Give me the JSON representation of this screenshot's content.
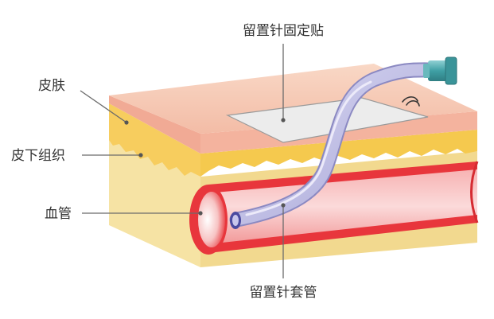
{
  "labels": {
    "skin": "皮肤",
    "subcutaneous": "皮下组织",
    "vessel": "血管",
    "fixation_patch": "留置针固定贴",
    "catheter": "留置针套管"
  },
  "colors": {
    "skin_top": "#f6c9b4",
    "skin_front": "#f3b4a0",
    "fat_band": "#f7d46b",
    "subcutaneous": "#f5e2a0",
    "vessel_outer": "#e9363d",
    "vessel_inner": "#f7c1c1",
    "catheter": "#c5c4e8",
    "hub": "#3f9fa4",
    "patch": "#ececec",
    "label_text": "#333333"
  }
}
